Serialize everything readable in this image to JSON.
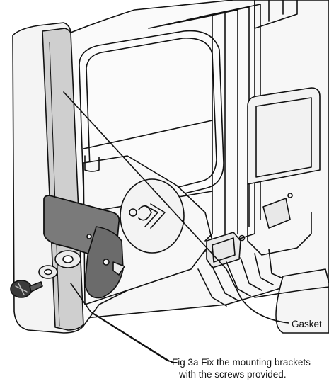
{
  "callouts": {
    "gasket": "Gasket",
    "figure_caption_line1": "Fig 3a Fix the mounting brackets",
    "figure_caption_line2": "with the screws provided."
  },
  "colors": {
    "outline": "#111111",
    "body_fill": "#f7f7f7",
    "gasket_fill": "#cfcfcf",
    "bracket_fill": "#7a7a7a",
    "background": "#ffffff"
  }
}
